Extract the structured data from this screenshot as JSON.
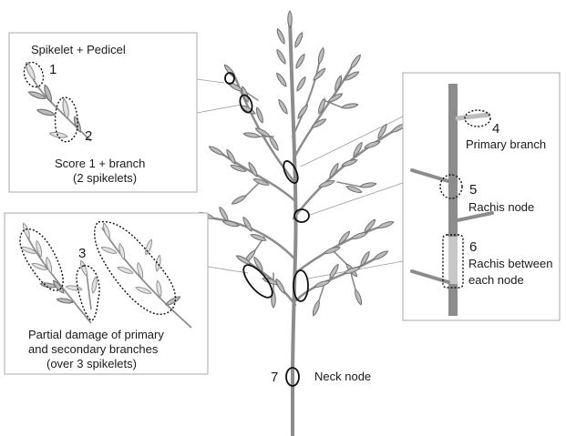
{
  "panel_spikelet": {
    "title": "Spikelet + Pedicel",
    "num1": "1",
    "num2": "2",
    "desc_line1": "Score 1  +  branch",
    "desc_line2": "(2 spikelets)"
  },
  "panel_partial": {
    "num3": "3",
    "desc_line1": "Partial damage of primary",
    "desc_line2": "and secondary branches",
    "desc_line3": "(over 3 spikelets)"
  },
  "panel_rachis": {
    "num4": "4",
    "label4": "Primary branch",
    "num5": "5",
    "label5": "Rachis node",
    "num6": "6",
    "label6_line1": "Rachis between",
    "label6_line2": "each node"
  },
  "neck": {
    "num7": "7",
    "label7": "Neck node"
  },
  "colors": {
    "stem": "#8c8c8c",
    "spikelet_fill": "#bdbdbd",
    "spikelet_stroke": "#6e6e6e",
    "panel_border": "#a8a8a8",
    "highlight": "#d2d2d2"
  }
}
